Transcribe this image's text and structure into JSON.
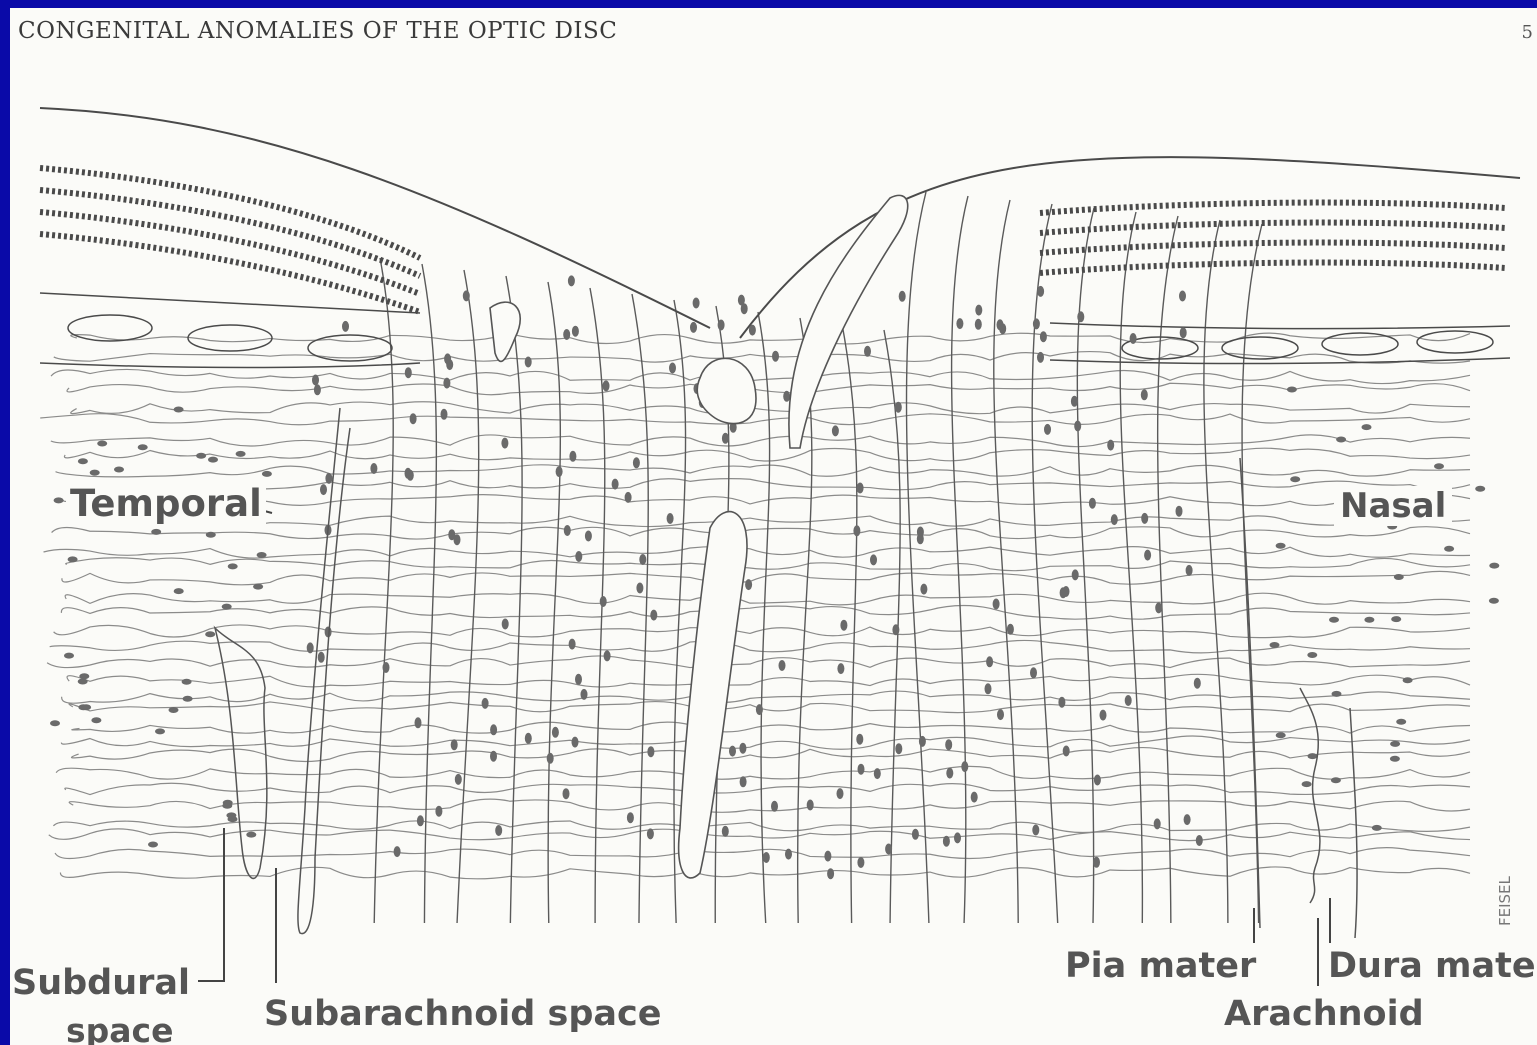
{
  "page": {
    "running_head": "CONGENITAL ANOMALIES OF THE OPTIC DISC",
    "page_number": "5",
    "border_color": "#0a0aa8",
    "paper_color": "#fbfbf8",
    "ink_color": "#555555"
  },
  "labels": {
    "temporal": "Temporal",
    "nasal": "Nasal",
    "subdural": "Subdural",
    "subdural_line2": "space",
    "subarachnoid": "Subarachnoid space",
    "pia_mater": "Pia mater",
    "dura_mater": "Dura mater",
    "arachnoid": "Arachnoid"
  },
  "signature": "FEISEL"
}
